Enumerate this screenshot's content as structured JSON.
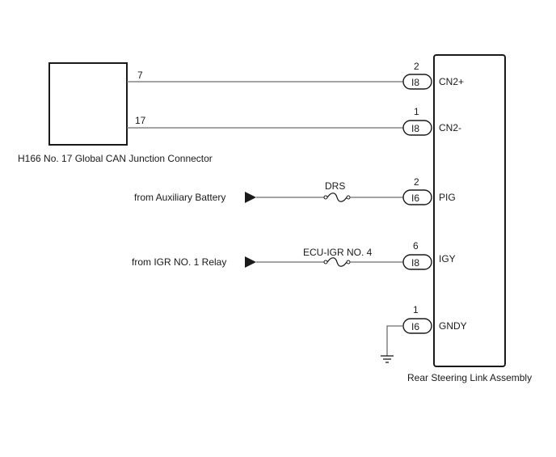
{
  "junction_connector": {
    "label": "H166 No. 17 Global CAN Junction Connector",
    "pins": [
      {
        "number": "7"
      },
      {
        "number": "17"
      }
    ]
  },
  "ecu": {
    "label": "Rear Steering Link Assembly",
    "terminals": [
      {
        "pin": "2",
        "connector": "I8",
        "name": "CN2+"
      },
      {
        "pin": "1",
        "connector": "I8",
        "name": "CN2-"
      },
      {
        "pin": "2",
        "connector": "I6",
        "name": "PIG"
      },
      {
        "pin": "6",
        "connector": "I8",
        "name": "IGY"
      },
      {
        "pin": "1",
        "connector": "I6",
        "name": "GNDY"
      }
    ]
  },
  "sources": [
    {
      "label": "from Auxiliary Battery",
      "fuse": "DRS"
    },
    {
      "label": "from IGR NO. 1 Relay",
      "fuse": "ECU-IGR NO. 4"
    }
  ]
}
